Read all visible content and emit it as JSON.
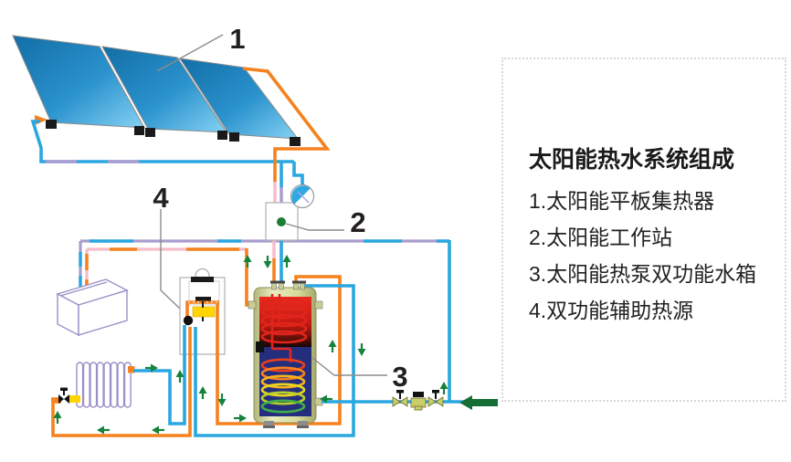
{
  "legend": {
    "title": "太阳能热水系统组成",
    "items": [
      {
        "label": "1.太阳能平板集热器"
      },
      {
        "label": "2.太阳能工作站"
      },
      {
        "label": "3.太阳能热泵双功能水箱"
      },
      {
        "label": "4.双功能辅助热源"
      }
    ]
  },
  "diagram": {
    "callouts": {
      "collector": "1",
      "workstation": "2",
      "tank": "3",
      "aux_heat": "4"
    },
    "colors": {
      "hot_pipe_orange": "#F5821F",
      "cold_pipe_blue": "#2AA7E0",
      "return_pipe_lavender": "#A99CCF",
      "supply_pipe_pink": "#F8BCC9",
      "flow_arrow_green": "#17823B",
      "collector_blue": "#1D7FBE",
      "tank_shell": "#D7DC9C",
      "tank_hot_zone": "#E02A1C",
      "tank_cold_zone": "#252E7D",
      "burner_yellow": "#FFD400"
    }
  }
}
